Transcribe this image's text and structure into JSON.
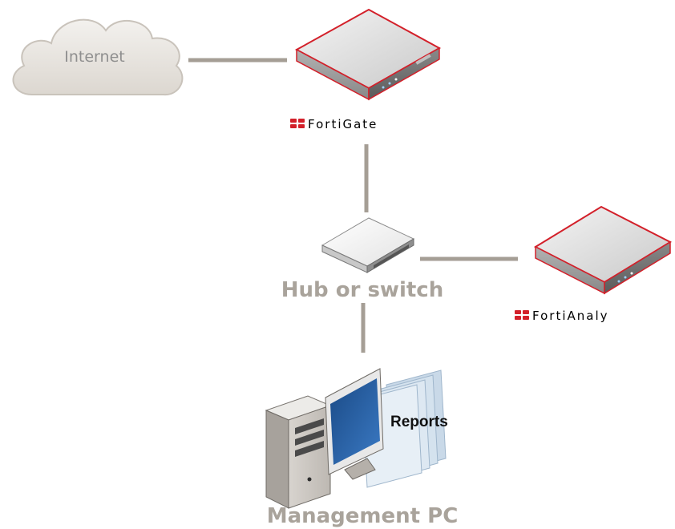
{
  "nodes": {
    "internet": {
      "label": "Internet"
    },
    "fortigate": {
      "brand": "FortiGate"
    },
    "hub": {
      "label": "Hub or switch"
    },
    "fortianalyzer": {
      "brand": "FortiAnaly"
    },
    "management_pc": {
      "label": "Management PC",
      "reports_label": "Reports"
    }
  },
  "colors": {
    "connector": "#a59e95",
    "label": "#a9a39b",
    "fortinet_red": "#d3202a",
    "cloud_fill": "#eae7e2",
    "cloud_stroke": "#c9c3bb"
  },
  "icons": {
    "cloud": "cloud-icon",
    "firewall": "fortigate-appliance-icon",
    "switch": "network-switch-icon",
    "analyzer": "fortianalyzer-appliance-icon",
    "computer": "desktop-computer-icon",
    "reports": "report-pages-icon",
    "logo": "fortinet-logo-icon"
  }
}
